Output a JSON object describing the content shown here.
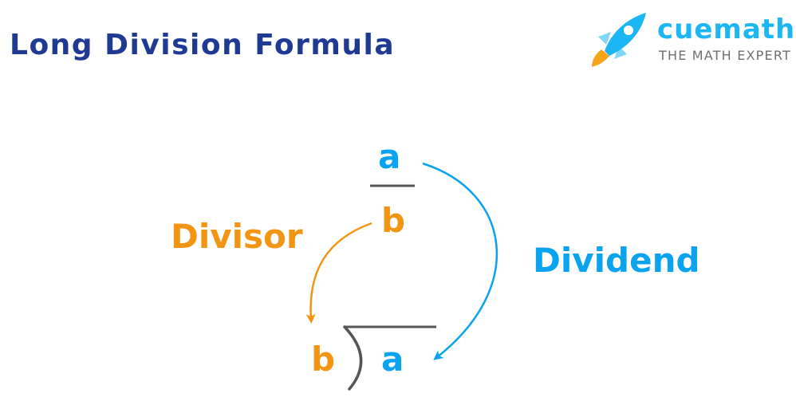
{
  "header": {
    "title": "Long Division Formula"
  },
  "brand": {
    "name": "cuemath",
    "tagline": "THE MATH EXPERT",
    "logo_icon": "rocket-icon"
  },
  "diagram": {
    "fraction": {
      "numerator": "a",
      "denominator": "b"
    },
    "long_division": {
      "divisor": "b",
      "dividend": "a"
    },
    "labels": {
      "divisor": "Divisor",
      "dividend": "Dividend"
    }
  },
  "colors": {
    "title": "#1f3a93",
    "dividend": "#0aa3ef",
    "divisor": "#f29513",
    "bracket": "#555555",
    "brand_text": "#1cb6f4",
    "brand_tag": "#6f6f6f"
  }
}
